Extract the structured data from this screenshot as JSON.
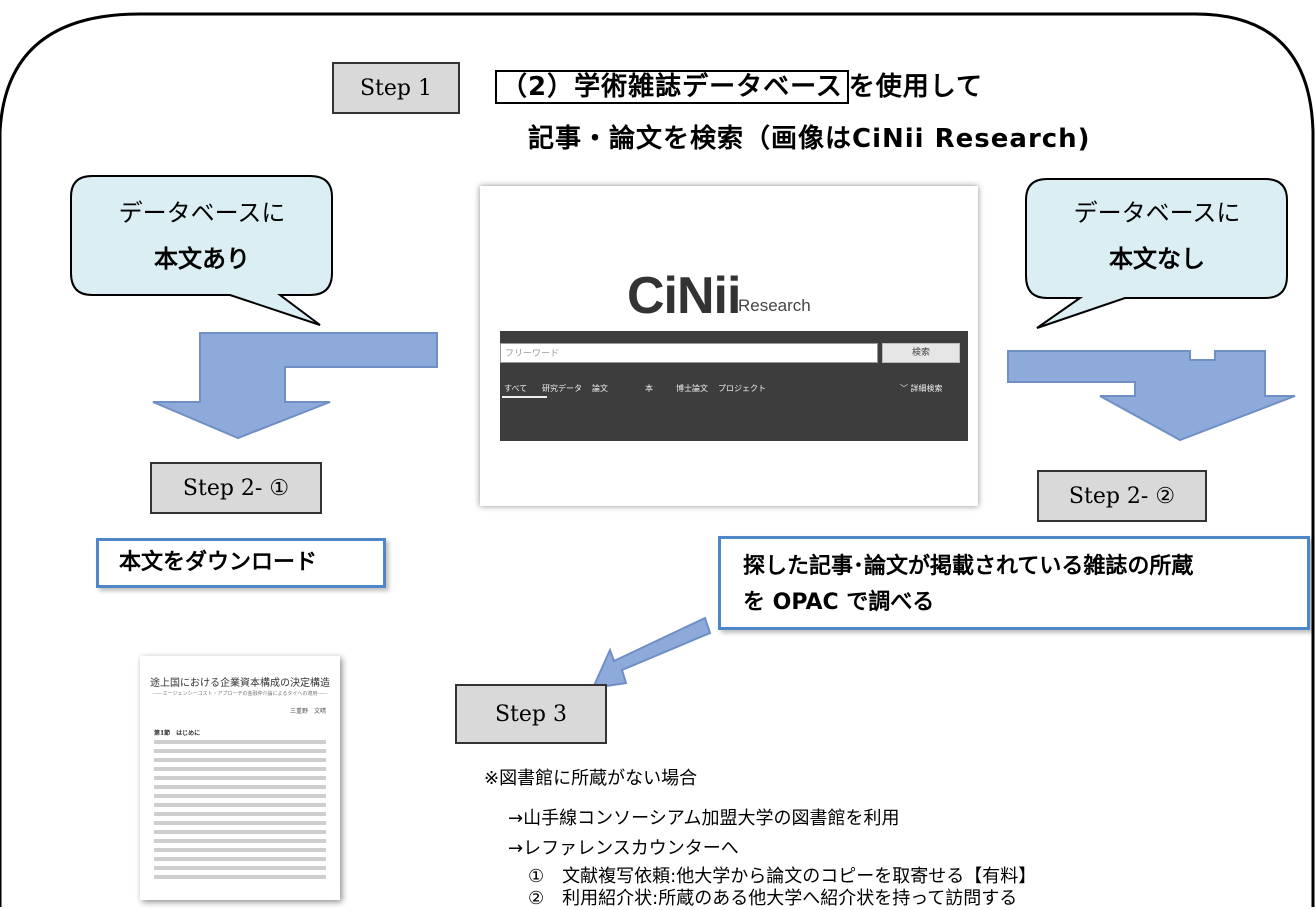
{
  "step1": {
    "label": "Step 1"
  },
  "title": {
    "boxed": "（2）学術雑誌データベース",
    "rest": "を使用して",
    "line2": "記事・論文を検索（画像はCiNii Research)"
  },
  "bubble_left": {
    "line1": "データベースに",
    "line2": "本文あり"
  },
  "bubble_right": {
    "line1": "データベースに",
    "line2": "本文なし"
  },
  "cinii": {
    "logo": "CiNii",
    "logo_sub": "Research",
    "search_placeholder": "フリーワード",
    "search_button": "検索",
    "tabs": [
      "すべて",
      "研究データ",
      "論文",
      "本",
      "博士論文",
      "プロジェクト"
    ],
    "advanced": "﹀ 詳細検索"
  },
  "step2a": {
    "label": "Step 2‐ ①"
  },
  "step2b": {
    "label": "Step 2‐ ②"
  },
  "download": {
    "label": "本文をダウンロード"
  },
  "search_opac": {
    "line1": "探した記事･論文が掲載されている雑誌の所蔵",
    "line2": "を OPAC で調べる"
  },
  "paper": {
    "title": "途上国における企業資本構成の決定構造",
    "subtitle": "――エージェンシーコスト・アプローチの金融仲介論によるタイへの適用――",
    "author": "三重野　文晴",
    "heading": "第1節　はじめに"
  },
  "step3": {
    "label": "Step 3"
  },
  "notes": {
    "heading": "※図書館に所蔵がない場合",
    "item1": "→山手線コンソーシアム加盟大学の図書館を利用",
    "item2": "→レファレンスカウンターへ",
    "sub1": "①　文献複写依頼:他大学から論文のコピーを取寄せる【有料】",
    "sub2": "②　利用紹介状:所蔵のある他大学へ紹介状を持って訪問する"
  },
  "colors": {
    "arrow_fill": "#8eaadb",
    "bubble_fill": "#daeef3",
    "accent_border": "#4f86c6",
    "step_fill": "#d9d9d9"
  }
}
